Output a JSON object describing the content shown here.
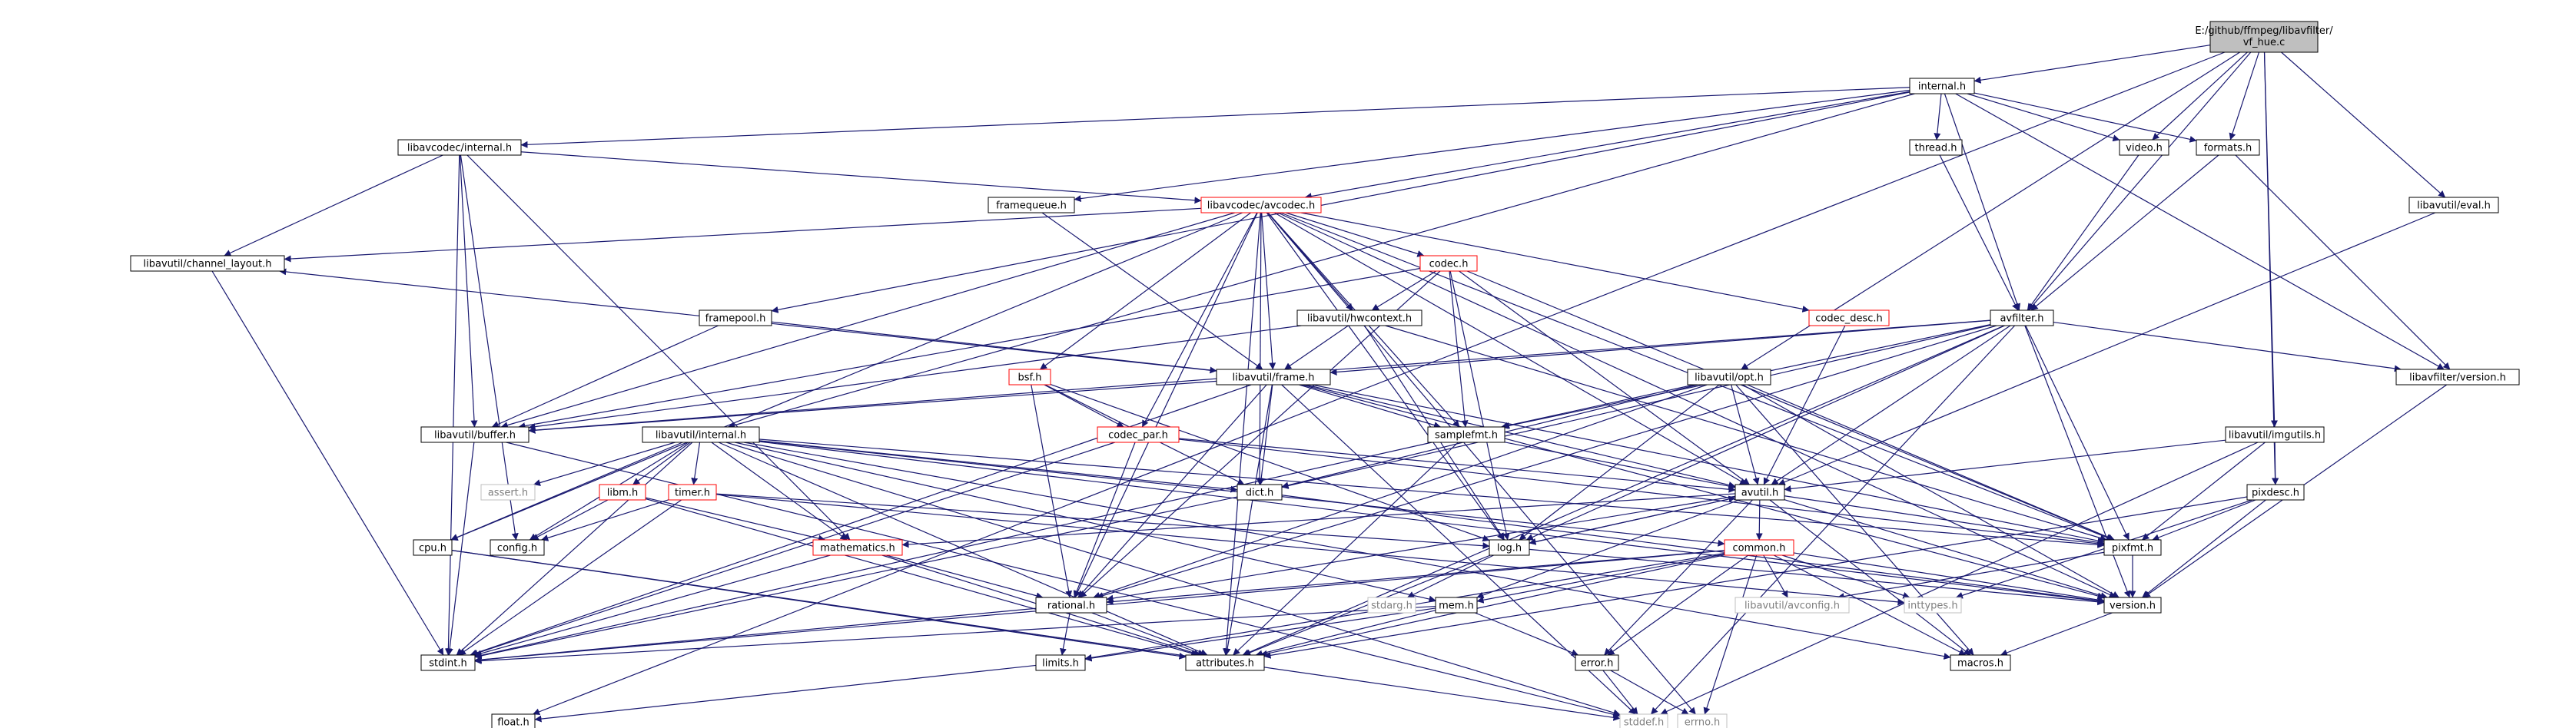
{
  "nodes": [
    {
      "id": "vf_hue",
      "label": "E:/github/ffmpeg/libavfilter/vf_hue.c",
      "style": "root"
    },
    {
      "id": "internal",
      "label": "internal.h",
      "style": "normal"
    },
    {
      "id": "avcodec_internal",
      "label": "libavcodec/internal.h",
      "style": "normal"
    },
    {
      "id": "avcodec",
      "label": "libavcodec/avcodec.h",
      "style": "red"
    },
    {
      "id": "framequeue",
      "label": "framequeue.h",
      "style": "normal"
    },
    {
      "id": "channel_layout",
      "label": "libavutil/channel_layout.h",
      "style": "normal"
    },
    {
      "id": "thread",
      "label": "thread.h",
      "style": "normal"
    },
    {
      "id": "video",
      "label": "video.h",
      "style": "normal"
    },
    {
      "id": "formats",
      "label": "formats.h",
      "style": "normal"
    },
    {
      "id": "eval",
      "label": "libavutil/eval.h",
      "style": "normal"
    },
    {
      "id": "codec",
      "label": "codec.h",
      "style": "red"
    },
    {
      "id": "codec_desc",
      "label": "codec_desc.h",
      "style": "red"
    },
    {
      "id": "framepool",
      "label": "framepool.h",
      "style": "normal"
    },
    {
      "id": "hwcontext",
      "label": "libavutil/hwcontext.h",
      "style": "normal"
    },
    {
      "id": "avfilter",
      "label": "avfilter.h",
      "style": "normal"
    },
    {
      "id": "lavfi_version",
      "label": "libavfilter/version.h",
      "style": "normal"
    },
    {
      "id": "bsf",
      "label": "bsf.h",
      "style": "red"
    },
    {
      "id": "frame",
      "label": "libavutil/frame.h",
      "style": "normal"
    },
    {
      "id": "opt",
      "label": "libavutil/opt.h",
      "style": "normal"
    },
    {
      "id": "buffer",
      "label": "libavutil/buffer.h",
      "style": "normal"
    },
    {
      "id": "codec_par",
      "label": "codec_par.h",
      "style": "red"
    },
    {
      "id": "samplefmt",
      "label": "samplefmt.h",
      "style": "normal"
    },
    {
      "id": "imgutils",
      "label": "libavutil/imgutils.h",
      "style": "normal"
    },
    {
      "id": "avutil_internal",
      "label": "libavutil/internal.h",
      "style": "normal"
    },
    {
      "id": "assert",
      "label": "assert.h",
      "style": "gray"
    },
    {
      "id": "libm",
      "label": "libm.h",
      "style": "red"
    },
    {
      "id": "timer",
      "label": "timer.h",
      "style": "red"
    },
    {
      "id": "dict",
      "label": "dict.h",
      "style": "normal"
    },
    {
      "id": "avutil",
      "label": "avutil.h",
      "style": "normal"
    },
    {
      "id": "pixdesc",
      "label": "pixdesc.h",
      "style": "normal"
    },
    {
      "id": "cpu",
      "label": "cpu.h",
      "style": "normal"
    },
    {
      "id": "config",
      "label": "config.h",
      "style": "normal"
    },
    {
      "id": "mathematics",
      "label": "mathematics.h",
      "style": "red"
    },
    {
      "id": "log",
      "label": "log.h",
      "style": "normal"
    },
    {
      "id": "common",
      "label": "common.h",
      "style": "red"
    },
    {
      "id": "pixfmt",
      "label": "pixfmt.h",
      "style": "normal"
    },
    {
      "id": "stdarg",
      "label": "stdarg.h",
      "style": "gray"
    },
    {
      "id": "rational",
      "label": "rational.h",
      "style": "normal"
    },
    {
      "id": "mem",
      "label": "mem.h",
      "style": "normal"
    },
    {
      "id": "avconfig",
      "label": "libavutil/avconfig.h",
      "style": "gray"
    },
    {
      "id": "inttypes",
      "label": "inttypes.h",
      "style": "gray"
    },
    {
      "id": "version",
      "label": "version.h",
      "style": "normal"
    },
    {
      "id": "stdint",
      "label": "stdint.h",
      "style": "normal"
    },
    {
      "id": "limits",
      "label": "limits.h",
      "style": "normal"
    },
    {
      "id": "attributes",
      "label": "attributes.h",
      "style": "normal"
    },
    {
      "id": "error",
      "label": "error.h",
      "style": "normal"
    },
    {
      "id": "macros",
      "label": "macros.h",
      "style": "normal"
    },
    {
      "id": "float",
      "label": "float.h",
      "style": "normal"
    },
    {
      "id": "stddef",
      "label": "stddef.h",
      "style": "gray"
    },
    {
      "id": "errno",
      "label": "errno.h",
      "style": "gray"
    }
  ],
  "edges": [
    [
      "vf_hue",
      "internal"
    ],
    [
      "vf_hue",
      "avfilter"
    ],
    [
      "vf_hue",
      "video"
    ],
    [
      "vf_hue",
      "formats"
    ],
    [
      "vf_hue",
      "eval"
    ],
    [
      "vf_hue",
      "opt"
    ],
    [
      "vf_hue",
      "imgutils"
    ],
    [
      "vf_hue",
      "pixdesc"
    ],
    [
      "vf_hue",
      "float"
    ],
    [
      "internal",
      "avcodec_internal"
    ],
    [
      "internal",
      "avcodec"
    ],
    [
      "internal",
      "framequeue"
    ],
    [
      "internal",
      "thread"
    ],
    [
      "internal",
      "video"
    ],
    [
      "internal",
      "formats"
    ],
    [
      "internal",
      "avfilter"
    ],
    [
      "internal",
      "lavfi_version"
    ],
    [
      "internal",
      "framepool"
    ],
    [
      "internal",
      "avutil_internal"
    ],
    [
      "avcodec_internal",
      "avcodec"
    ],
    [
      "avcodec_internal",
      "channel_layout"
    ],
    [
      "avcodec_internal",
      "buffer"
    ],
    [
      "avcodec_internal",
      "config"
    ],
    [
      "avcodec_internal",
      "mathematics"
    ],
    [
      "avcodec_internal",
      "stdint"
    ],
    [
      "avcodec",
      "codec"
    ],
    [
      "avcodec",
      "codec_desc"
    ],
    [
      "avcodec",
      "hwcontext"
    ],
    [
      "avcodec",
      "frame"
    ],
    [
      "avcodec",
      "bsf"
    ],
    [
      "avcodec",
      "codec_par"
    ],
    [
      "avcodec",
      "samplefmt"
    ],
    [
      "avcodec",
      "buffer"
    ],
    [
      "avcodec",
      "channel_layout"
    ],
    [
      "avcodec",
      "dict"
    ],
    [
      "avcodec",
      "avutil"
    ],
    [
      "avcodec",
      "log"
    ],
    [
      "avcodec",
      "pixfmt"
    ],
    [
      "avcodec",
      "rational"
    ],
    [
      "avcodec",
      "attributes"
    ],
    [
      "avcodec",
      "cpu"
    ],
    [
      "avcodec",
      "version"
    ],
    [
      "avcodec",
      "errno"
    ],
    [
      "framequeue",
      "frame"
    ],
    [
      "channel_layout",
      "stdint"
    ],
    [
      "thread",
      "avfilter"
    ],
    [
      "video",
      "avfilter"
    ],
    [
      "formats",
      "avfilter"
    ],
    [
      "formats",
      "lavfi_version"
    ],
    [
      "eval",
      "avutil"
    ],
    [
      "codec",
      "hwcontext"
    ],
    [
      "codec",
      "samplefmt"
    ],
    [
      "codec",
      "log"
    ],
    [
      "codec",
      "avutil"
    ],
    [
      "codec",
      "pixfmt"
    ],
    [
      "codec",
      "rational"
    ],
    [
      "codec",
      "buffer"
    ],
    [
      "codec_desc",
      "avutil"
    ],
    [
      "framepool",
      "frame"
    ],
    [
      "framepool",
      "buffer"
    ],
    [
      "hwcontext",
      "frame"
    ],
    [
      "hwcontext",
      "buffer"
    ],
    [
      "hwcontext",
      "log"
    ],
    [
      "hwcontext",
      "pixfmt"
    ],
    [
      "avfilter",
      "frame"
    ],
    [
      "avfilter",
      "lavfi_version"
    ],
    [
      "avfilter",
      "avutil"
    ],
    [
      "avfilter",
      "buffer"
    ],
    [
      "avfilter",
      "dict"
    ],
    [
      "avfilter",
      "log"
    ],
    [
      "avfilter",
      "pixfmt"
    ],
    [
      "avfilter",
      "rational"
    ],
    [
      "avfilter",
      "samplefmt"
    ],
    [
      "avfilter",
      "attributes"
    ],
    [
      "avfilter",
      "version"
    ],
    [
      "avfilter",
      "stddef"
    ],
    [
      "lavfi_version",
      "version"
    ],
    [
      "bsf",
      "codec_par"
    ],
    [
      "bsf",
      "dict"
    ],
    [
      "bsf",
      "log"
    ],
    [
      "bsf",
      "rational"
    ],
    [
      "frame",
      "buffer"
    ],
    [
      "frame",
      "dict"
    ],
    [
      "frame",
      "samplefmt"
    ],
    [
      "frame",
      "avutil"
    ],
    [
      "frame",
      "pixfmt"
    ],
    [
      "frame",
      "rational"
    ],
    [
      "frame",
      "channel_layout"
    ],
    [
      "frame",
      "attributes"
    ],
    [
      "frame",
      "version"
    ],
    [
      "frame",
      "stdint"
    ],
    [
      "frame",
      "stddef"
    ],
    [
      "opt",
      "samplefmt"
    ],
    [
      "opt",
      "avutil"
    ],
    [
      "opt",
      "dict"
    ],
    [
      "opt",
      "log"
    ],
    [
      "opt",
      "pixfmt"
    ],
    [
      "opt",
      "rational"
    ],
    [
      "opt",
      "version"
    ],
    [
      "opt",
      "macros"
    ],
    [
      "buffer",
      "stdint"
    ],
    [
      "buffer",
      "stddef"
    ],
    [
      "codec_par",
      "avutil"
    ],
    [
      "codec_par",
      "pixfmt"
    ],
    [
      "codec_par",
      "rational"
    ],
    [
      "codec_par",
      "stdint"
    ],
    [
      "samplefmt",
      "avutil"
    ],
    [
      "samplefmt",
      "attributes"
    ],
    [
      "samplefmt",
      "stdint"
    ],
    [
      "imgutils",
      "avutil"
    ],
    [
      "imgutils",
      "pixdesc"
    ],
    [
      "imgutils",
      "pixfmt"
    ],
    [
      "imgutils",
      "stddef"
    ],
    [
      "avutil_internal",
      "assert"
    ],
    [
      "avutil_internal",
      "libm"
    ],
    [
      "avutil_internal",
      "timer"
    ],
    [
      "avutil_internal",
      "dict"
    ],
    [
      "avutil_internal",
      "cpu"
    ],
    [
      "avutil_internal",
      "config"
    ],
    [
      "avutil_internal",
      "mathematics"
    ],
    [
      "avutil_internal",
      "pixfmt"
    ],
    [
      "avutil_internal",
      "version"
    ],
    [
      "avutil_internal",
      "stdint"
    ],
    [
      "avutil_internal",
      "attributes"
    ],
    [
      "avutil_internal",
      "common"
    ],
    [
      "avutil_internal",
      "macros"
    ],
    [
      "avutil_internal",
      "mem"
    ],
    [
      "avutil_internal",
      "stddef"
    ],
    [
      "libm",
      "config"
    ],
    [
      "libm",
      "mathematics"
    ],
    [
      "libm",
      "attributes"
    ],
    [
      "timer",
      "config"
    ],
    [
      "timer",
      "log"
    ],
    [
      "timer",
      "inttypes"
    ],
    [
      "timer",
      "stdint"
    ],
    [
      "dict",
      "stdint"
    ],
    [
      "dict",
      "version"
    ],
    [
      "avutil",
      "common"
    ],
    [
      "avutil",
      "rational"
    ],
    [
      "avutil",
      "version"
    ],
    [
      "avutil",
      "macros"
    ],
    [
      "avutil",
      "mathematics"
    ],
    [
      "avutil",
      "log"
    ],
    [
      "avutil",
      "pixfmt"
    ],
    [
      "avutil",
      "error"
    ],
    [
      "avutil",
      "mem"
    ],
    [
      "pixdesc",
      "pixfmt"
    ],
    [
      "pixdesc",
      "version"
    ],
    [
      "pixdesc",
      "attributes"
    ],
    [
      "pixdesc",
      "inttypes"
    ],
    [
      "cpu",
      "attributes"
    ],
    [
      "cpu",
      "stddef"
    ],
    [
      "mathematics",
      "rational"
    ],
    [
      "mathematics",
      "attributes"
    ],
    [
      "mathematics",
      "stdint"
    ],
    [
      "log",
      "stdarg"
    ],
    [
      "log",
      "avutil"
    ],
    [
      "log",
      "attributes"
    ],
    [
      "log",
      "version"
    ],
    [
      "common",
      "errno"
    ],
    [
      "common",
      "inttypes"
    ],
    [
      "common",
      "limits"
    ],
    [
      "common",
      "avconfig"
    ],
    [
      "common",
      "attributes"
    ],
    [
      "common",
      "macros"
    ],
    [
      "common",
      "version"
    ],
    [
      "common",
      "mem"
    ],
    [
      "common",
      "stdint"
    ],
    [
      "common",
      "rational"
    ],
    [
      "common",
      "error"
    ],
    [
      "pixfmt",
      "version"
    ],
    [
      "pixfmt",
      "avconfig"
    ],
    [
      "rational",
      "stdint"
    ],
    [
      "rational",
      "limits"
    ],
    [
      "rational",
      "attributes"
    ],
    [
      "mem",
      "error"
    ],
    [
      "mem",
      "limits"
    ],
    [
      "mem",
      "attributes"
    ],
    [
      "mem",
      "stdint"
    ],
    [
      "version",
      "macros"
    ],
    [
      "error",
      "errno"
    ],
    [
      "error",
      "stddef"
    ],
    [
      "limits",
      "float"
    ]
  ]
}
